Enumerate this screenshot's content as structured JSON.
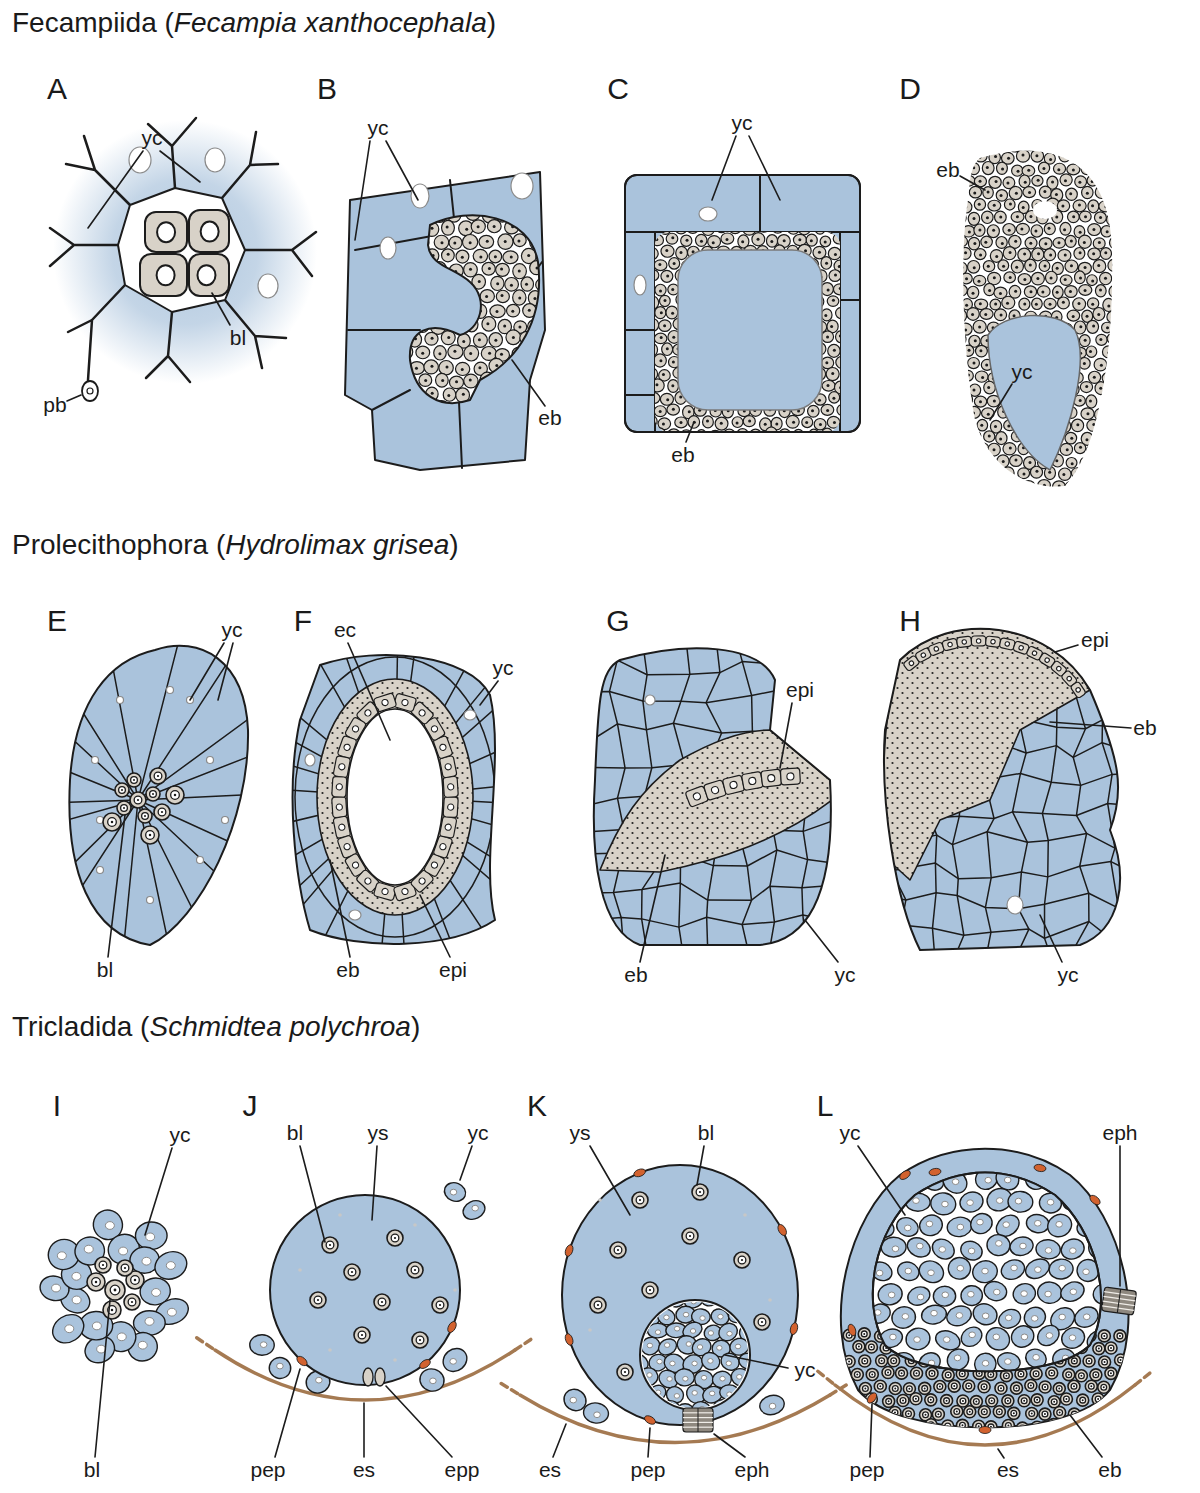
{
  "diagram": {
    "labels": [
      "Fecampiida (Fecampia xanthocephala)",
      "A",
      "B",
      "C",
      "D",
      "yc",
      "yc",
      "yc",
      "eb",
      "bl",
      "pb",
      "eb",
      "eb",
      "yc",
      "Prolecithophora (Hydrolimax grisea)",
      "E",
      "F",
      "G",
      "H",
      "yc",
      "ec",
      "yc",
      "epi",
      "epi",
      "eb",
      "bl",
      "eb",
      "epi",
      "eb",
      "yc",
      "yc",
      "Tricladida (Schmidtea polychroa)",
      "I",
      "J",
      "K",
      "L",
      "yc",
      "bl",
      "ys",
      "yc",
      "ys",
      "bl",
      "yc",
      "eph",
      "yc",
      "bl",
      "pep",
      "es",
      "epp",
      "es",
      "pep",
      "eph",
      "pep",
      "es",
      "eb"
    ]
  }
}
